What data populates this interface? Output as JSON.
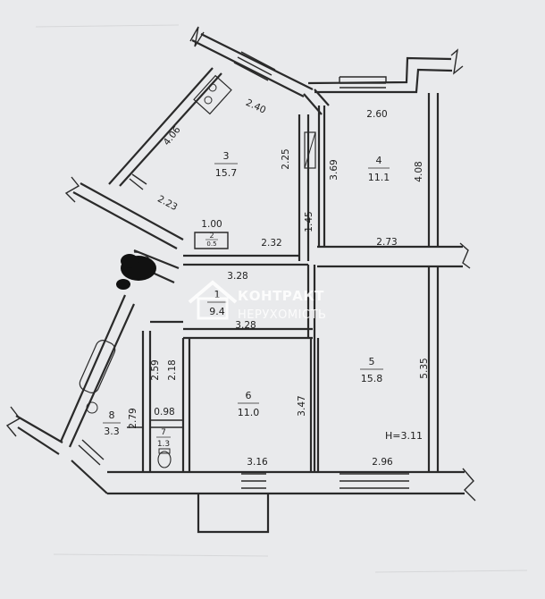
{
  "rooms": [
    {
      "number": "3",
      "area": "15.7"
    },
    {
      "number": "4",
      "area": "11.1"
    },
    {
      "number": "1",
      "area": "9.4"
    },
    {
      "number": "5",
      "area": "15.8"
    },
    {
      "number": "6",
      "area": "11.0"
    },
    {
      "number": "8",
      "area": "3.3"
    },
    {
      "number": "7",
      "area": "1.3"
    },
    {
      "number": "2",
      "area": "0.5"
    }
  ],
  "dimensions": {
    "d240": "2.40",
    "d260": "2.60",
    "d406": "4.06",
    "d225": "2.25",
    "d369": "3.69",
    "d408": "4.08",
    "d223": "2.23",
    "d145": "1.45",
    "d100": "1.00",
    "d232": "2.32",
    "d273": "2.73",
    "d328a": "3.28",
    "d328b": "3.28",
    "d259": "2.59",
    "d218": "2.18",
    "d347": "3.47",
    "d535": "5.35",
    "d098": "0.98",
    "d279": "2.79",
    "d316": "3.16",
    "d296": "2.96"
  },
  "ceiling_height": "H=3.11",
  "watermark": {
    "line1": "КОНТРАКТ",
    "line2": "НЕРУХОМІСТЬ"
  },
  "colors": {
    "background": "#e9eaec",
    "lines": "#2a2a2a",
    "redaction": "#111111"
  }
}
